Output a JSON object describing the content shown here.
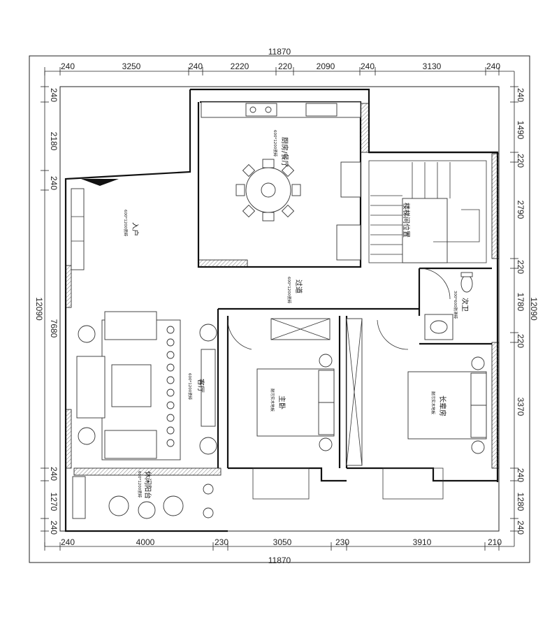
{
  "plan": {
    "overall_width_top": "11870",
    "overall_width_bottom": "11870",
    "overall_height_left": "12090",
    "overall_height_right": "12090",
    "top_dims": [
      "240",
      "3250",
      "240",
      "2220",
      "220",
      "2090",
      "240",
      "3130",
      "240"
    ],
    "bottom_dims": [
      "240",
      "4000",
      "230",
      "3050",
      "230",
      "3910",
      "210"
    ],
    "left_dims": [
      "240",
      "2180",
      "240",
      "7680",
      "240",
      "1270",
      "240"
    ],
    "right_dims": [
      "240",
      "1490",
      "220",
      "2790",
      "220",
      "1780",
      "220",
      "3370",
      "240",
      "1280",
      "240"
    ],
    "rooms": {
      "kitchen": {
        "name": "厨房/餐厅",
        "spec": "600*1200瓷砖"
      },
      "entry": {
        "name": "入户",
        "spec": "600*1200瓷砖"
      },
      "stair": {
        "name": "楼梯间位置"
      },
      "corridor": {
        "name": "过道",
        "spec": "600*1200瓷砖"
      },
      "bath": {
        "name": "次卫",
        "spec": "300*600防滑砖"
      },
      "living": {
        "name": "客厅",
        "spec": "600*1200瓷砖"
      },
      "master": {
        "name": "主卧",
        "spec": "耐污实木地板"
      },
      "elder": {
        "name": "长辈房",
        "spec": "耐污实木地板"
      },
      "balcony": {
        "name": "休闲阳台",
        "spec": "600*1200瓷砖"
      }
    }
  }
}
